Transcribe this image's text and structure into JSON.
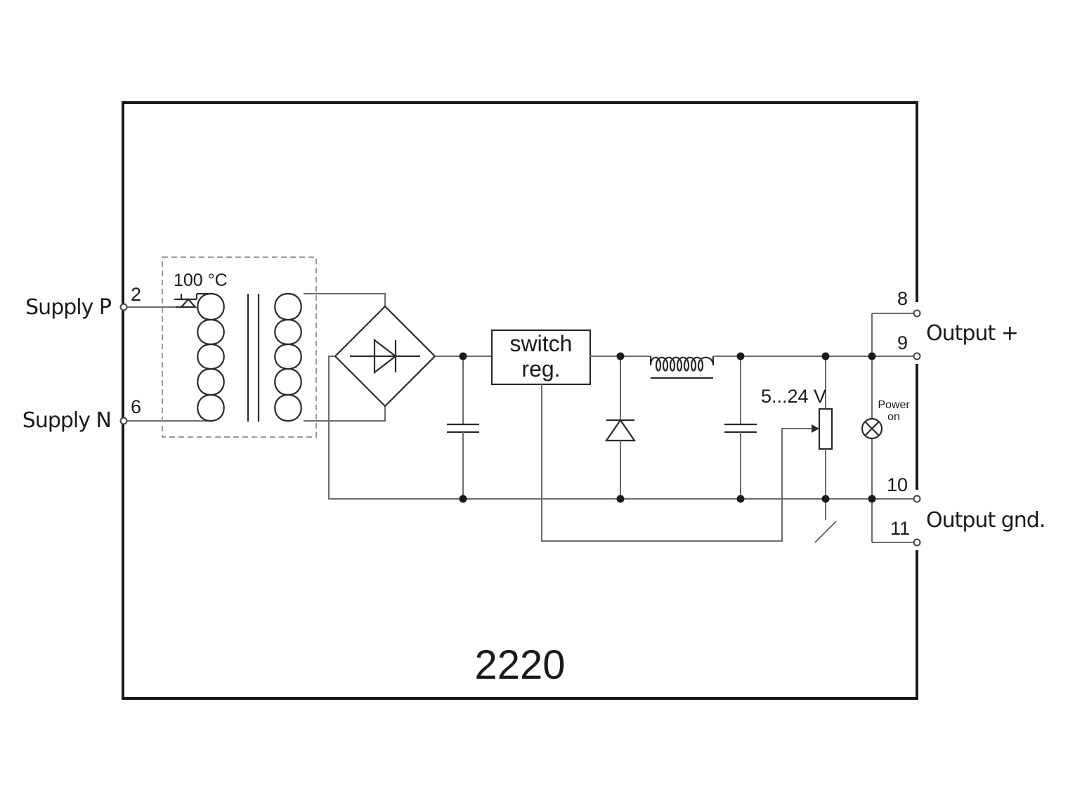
{
  "device": {
    "model": "2220"
  },
  "terminals": [
    {
      "number": "2",
      "label": "Supply P"
    },
    {
      "number": "6",
      "label": "Supply N"
    },
    {
      "number": "8",
      "label": ""
    },
    {
      "number": "9",
      "label": "Output +"
    },
    {
      "number": "10",
      "label": ""
    },
    {
      "number": "11",
      "label": "Output gnd."
    }
  ],
  "components": {
    "thermal_fuse": "100 °C",
    "regulator_line1": "switch",
    "regulator_line2": "reg.",
    "voltage_range": "5...24 V",
    "lamp_line1": "Power",
    "lamp_line2": "on"
  },
  "icons": {
    "transformer": "transformer-icon",
    "bridge": "bridge-rectifier-icon",
    "inductor": "inductor-icon",
    "lamp": "lamp-icon"
  }
}
